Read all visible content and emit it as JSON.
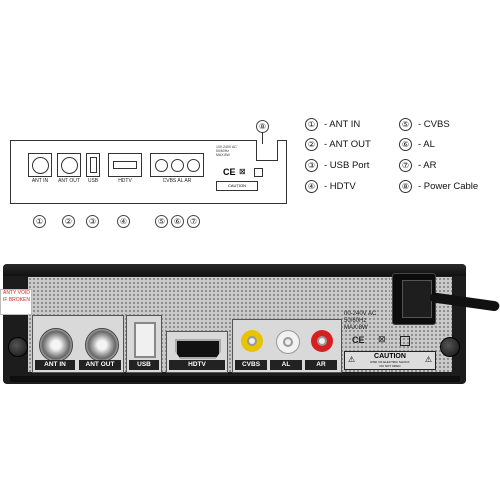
{
  "diagram": {
    "ports": [
      {
        "num": "①",
        "label": "ANT IN"
      },
      {
        "num": "②",
        "label": "ANT OUT"
      },
      {
        "num": "③",
        "label": "USB"
      },
      {
        "num": "④",
        "label": "HDTV"
      },
      {
        "num": "⑤⑥⑦",
        "label": "CVBS  AL  AR"
      }
    ],
    "numbers": [
      "①",
      "②",
      "③",
      "④",
      "⑤",
      "⑥",
      "⑦",
      "⑧"
    ],
    "power_spec": [
      "100-240V AC",
      "50/60Hz",
      "MAX:8W"
    ],
    "caution": "CAUTION"
  },
  "legend": [
    {
      "num": "①",
      "text": "- ANT IN"
    },
    {
      "num": "②",
      "text": "- ANT OUT"
    },
    {
      "num": "③",
      "text": "- USB Port"
    },
    {
      "num": "④",
      "text": "- HDTV"
    },
    {
      "num": "⑤",
      "text": "- CVBS"
    },
    {
      "num": "⑥",
      "text": "- AL"
    },
    {
      "num": "⑦",
      "text": "- AR"
    },
    {
      "num": "⑧",
      "text": "- Power Cable"
    }
  ],
  "photo": {
    "sticker": [
      "ANTY VOID",
      "IF BROKEN"
    ],
    "labels": {
      "ant_in": "ANT IN",
      "ant_out": "ANT OUT",
      "usb": "USB",
      "hdtv": "HDTV",
      "cvbs": "CVBS",
      "al": "AL",
      "ar": "AR"
    },
    "spec": [
      "00-240V AC",
      "50/60Hz",
      "MAX:8W"
    ],
    "caution": "CAUTION",
    "caution_sub": [
      "RISK OF ELECTRIC SHOCK",
      "DO NOT OPEN"
    ],
    "rca_colors": {
      "cvbs": "#e8c400",
      "al": "#f2f2f2",
      "ar": "#d42020"
    }
  }
}
